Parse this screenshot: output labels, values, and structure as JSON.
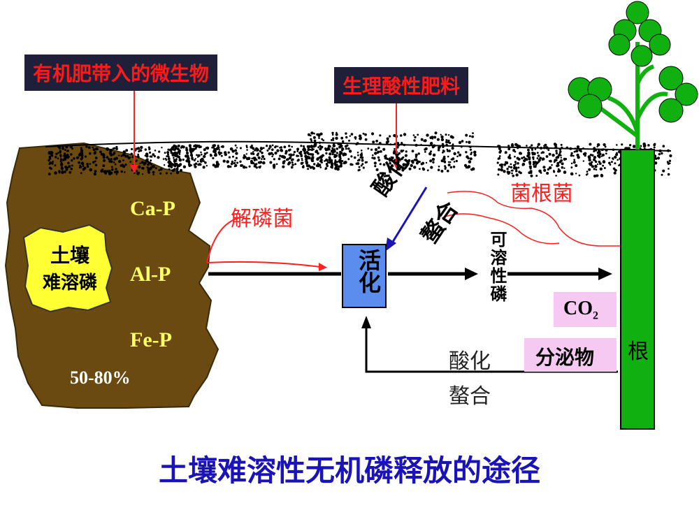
{
  "labels": {
    "organic_fertilizer_microbes": "有机肥带入的微生物",
    "physiological_acid_fertilizer": "生理酸性肥料",
    "soil_insoluble_p_line1": "土壤",
    "soil_insoluble_p_line2": "难溶磷",
    "ca_p": "Ca-P",
    "al_p": "Al-P",
    "fe_p": "Fe-P",
    "percent": "50-80%",
    "p_solubilizing_bacteria": "解磷菌",
    "mycorrhiza": "菌根菌",
    "acidification_top": "酸化",
    "chelation_top": "螯合",
    "activation": "活化",
    "available_p": "可溶性磷",
    "co2_main": "CO",
    "co2_sub": "2",
    "secretion": "分泌物",
    "acidification_bottom": "酸化",
    "chelation_bottom": "螯合",
    "root": "根"
  },
  "title": "土壤难溶性无机磷释放的途径",
  "colors": {
    "soil": "#6b4a12",
    "insoluble_p_fill": "#ffff33",
    "activation_box": "#5b8def",
    "root": "#10b010",
    "title": "#1a14b8",
    "red": "#ff2020",
    "pink": "#f6c9f2"
  }
}
